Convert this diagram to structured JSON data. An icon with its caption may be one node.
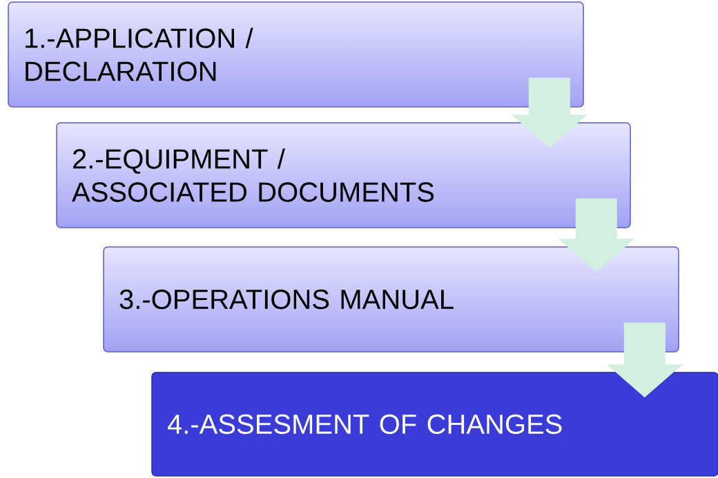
{
  "diagram": {
    "nodes": [
      {
        "text": [
          "1.-APPLICATION / DECLARATION"
        ]
      },
      {
        "text": [
          "2.-EQUIPMENT / ASSOCIATED DOCUMENTS"
        ]
      },
      {
        "text": [
          "3.-OPERATIONS MANUAL"
        ]
      },
      {
        "text": [
          "4.-ASSESMENT OF CHANGES"
        ]
      }
    ],
    "edges": [
      {
        "from": 0,
        "to": 1,
        "arrow": "to"
      },
      {
        "from": 1,
        "to": 2,
        "arrow": "to"
      },
      {
        "from": 2,
        "to": 3,
        "arrow": "to"
      }
    ]
  }
}
